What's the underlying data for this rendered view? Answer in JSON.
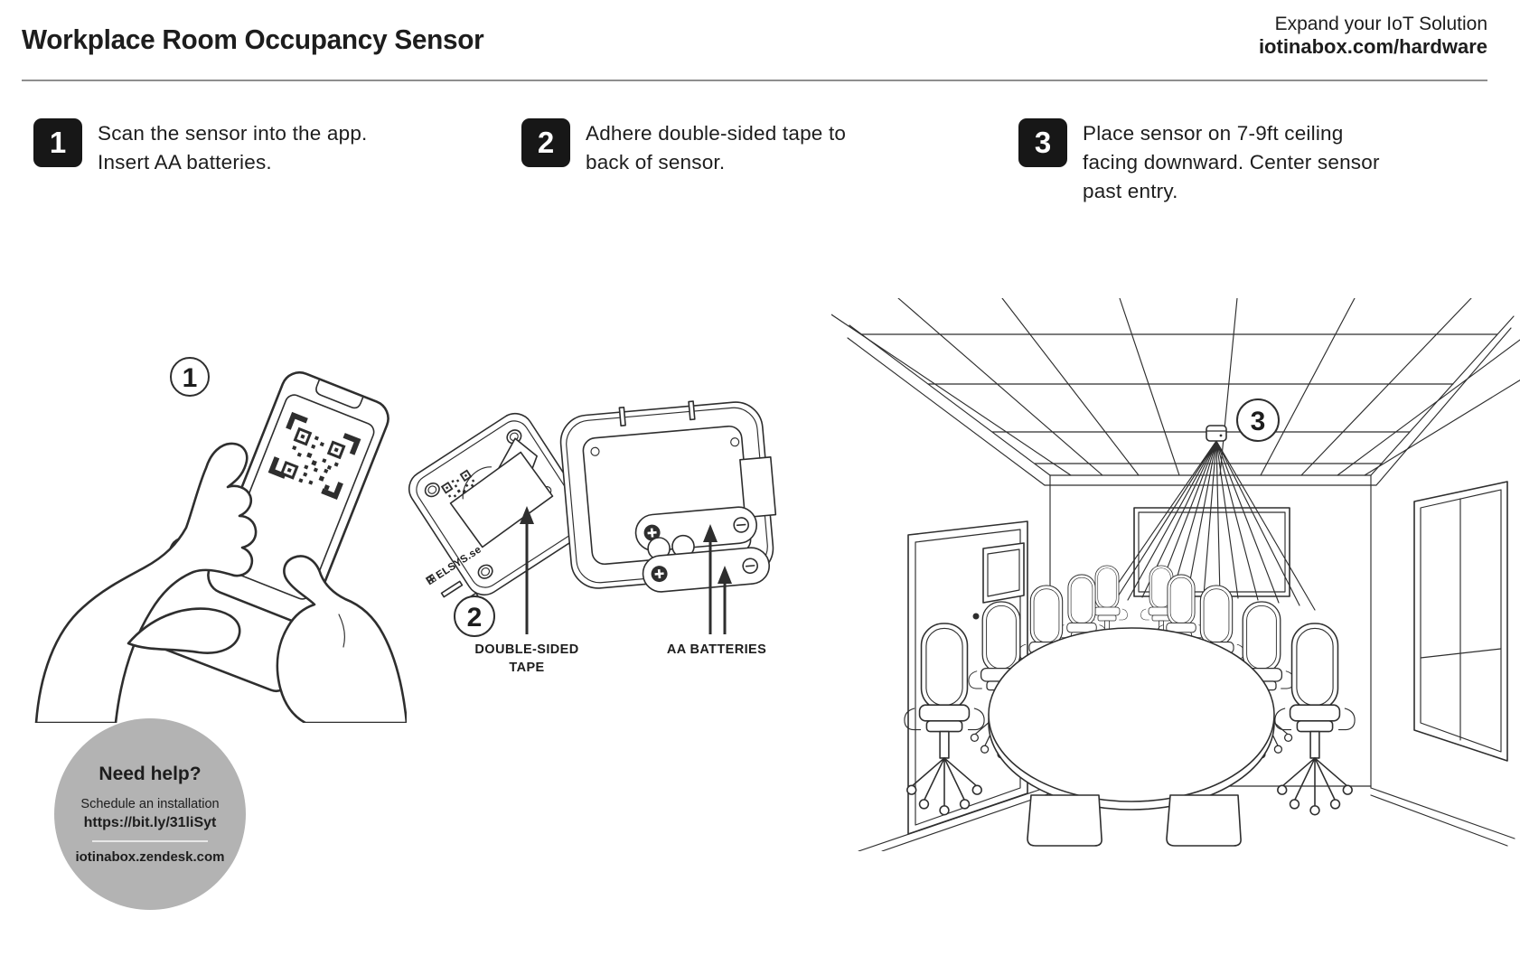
{
  "header": {
    "title": "Workplace Room Occupancy Sensor",
    "tagline": "Expand your IoT Solution",
    "url": "iotinabox.com/hardware"
  },
  "steps": [
    {
      "number": "1",
      "lines": [
        "Scan the sensor into the app.",
        "Insert AA batteries."
      ]
    },
    {
      "number": "2",
      "lines": [
        "Adhere double-sided tape to",
        "back of sensor."
      ]
    },
    {
      "number": "3",
      "lines": [
        "Place sensor on 7-9ft ceiling",
        "facing downward. Center sensor",
        "past entry."
      ]
    }
  ],
  "figures": {
    "phone_badge": "1",
    "sensor_badge": "2",
    "room_badge": "3",
    "sensor_brand": "ELSYS.se",
    "tape_label_line1": "DOUBLE-SIDED",
    "tape_label_line2": "TAPE",
    "battery_label": "AA BATTERIES"
  },
  "help": {
    "title": "Need help?",
    "subtitle": "Schedule an installation",
    "link": "https://bit.ly/31liSyt",
    "support_url": "iotinabox.zendesk.com"
  },
  "colors": {
    "text": "#1d1d1d",
    "line": "#2e2e2e",
    "badge_bg": "#171717",
    "help_circle": "#b3b3b3",
    "divider": "#8e8e8e",
    "help_divider": "#e7e7e7"
  }
}
